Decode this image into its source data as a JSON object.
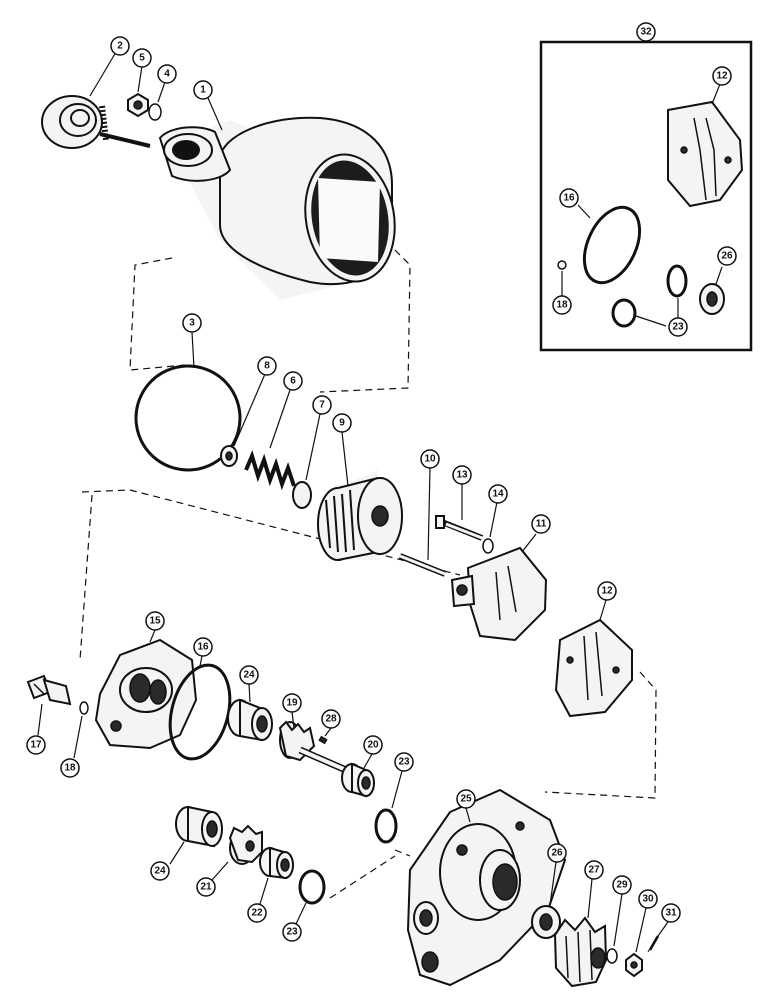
{
  "diagram": {
    "callouts": {
      "c1": "1",
      "c2": "2",
      "c3": "3",
      "c4": "4",
      "c5": "5",
      "c6": "6",
      "c7": "7",
      "c8": "8",
      "c9": "9",
      "c10": "10",
      "c11": "11",
      "c12": "12",
      "c13": "13",
      "c14": "14",
      "c15": "15",
      "c16": "16",
      "c17": "17",
      "c18": "18",
      "c19": "19",
      "c20": "20",
      "c21": "21",
      "c22": "22",
      "c23": "23",
      "c24": "24",
      "c25": "25",
      "c26": "26",
      "c27": "27",
      "c28": "28",
      "c29": "29",
      "c30": "30",
      "c31": "31",
      "c32": "32"
    },
    "inset_kit": {
      "label": "32",
      "callouts": {
        "c12": "12",
        "c16": "16",
        "c18": "18",
        "c23": "23",
        "c26": "26"
      }
    }
  }
}
